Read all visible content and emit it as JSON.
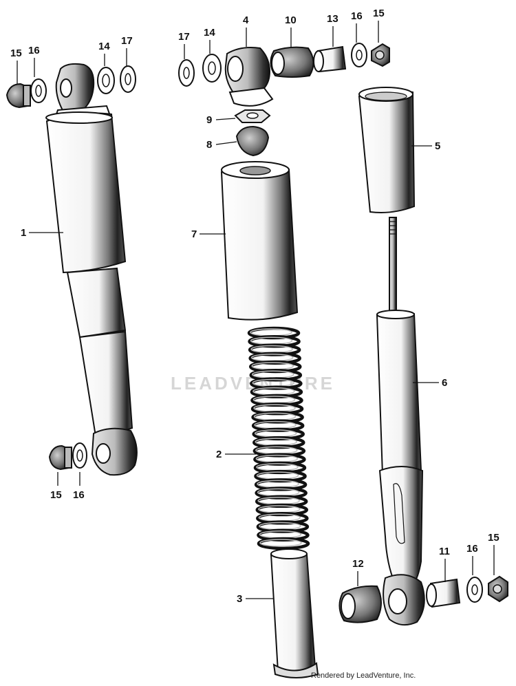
{
  "watermark": "LEADVENTURE",
  "credit": "Rendered by LeadVenture, Inc.",
  "callouts": {
    "c1": "1",
    "c2": "2",
    "c3": "3",
    "c4": "4",
    "c5": "5",
    "c6": "6",
    "c7": "7",
    "c8": "8",
    "c9": "9",
    "c10": "10",
    "c11": "11",
    "c12": "12",
    "c13": "13",
    "c14a": "14",
    "c14b": "14",
    "c15a": "15",
    "c15b": "15",
    "c15c": "15",
    "c15d": "15",
    "c16a": "16",
    "c16b": "16",
    "c16c": "16",
    "c16d": "16",
    "c17a": "17",
    "c17b": "17"
  }
}
